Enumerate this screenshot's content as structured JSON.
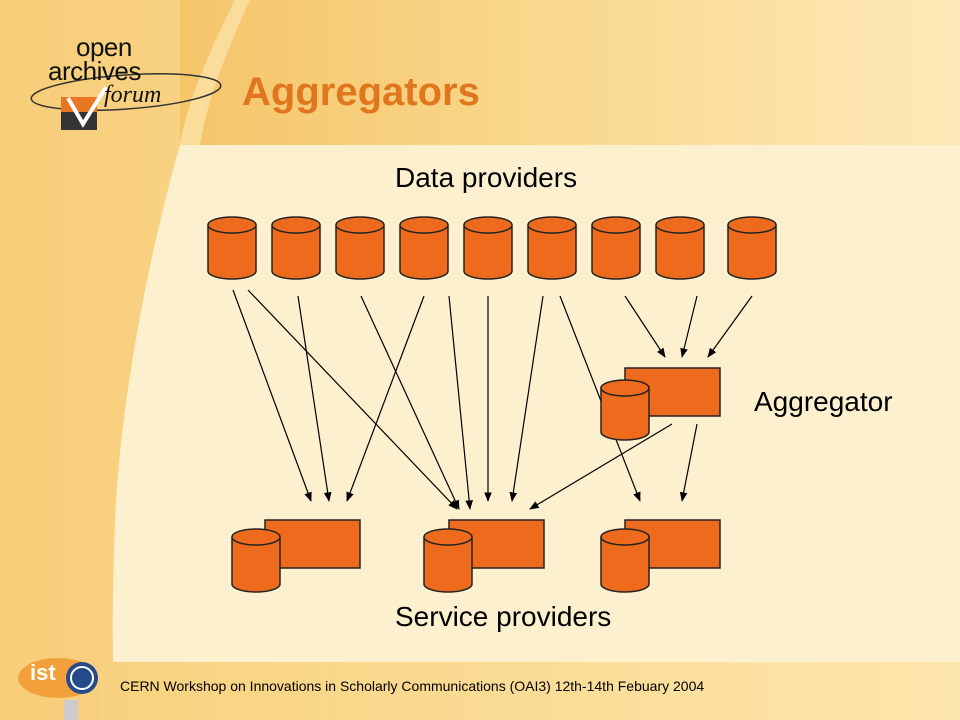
{
  "slide": {
    "title": "Aggregators",
    "footer": "CERN Workshop on Innovations in Scholarly Communications (OAI3)  12th-14th Febuary 2004"
  },
  "logo": {
    "line1": "open",
    "line2": "archives",
    "line3": "forum",
    "ist": "ist"
  },
  "diagram": {
    "top_label": "Data providers",
    "aggregator_label": "Aggregator",
    "bottom_label": "Service providers"
  },
  "colors": {
    "node_fill": "#ee6a1c",
    "node_stroke": "#222222",
    "title": "#e0761e",
    "background": "#fdf0cf"
  }
}
